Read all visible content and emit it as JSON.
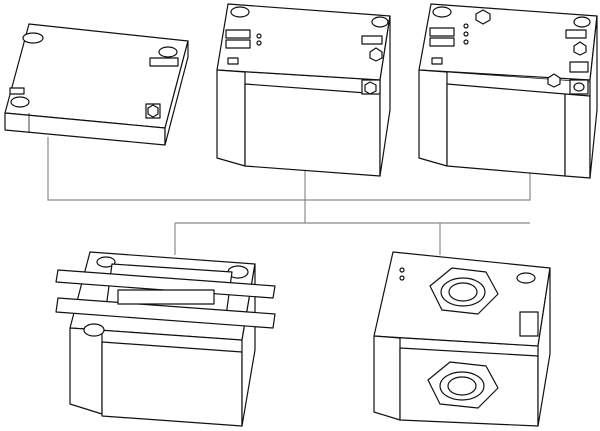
{
  "figure": {
    "description_free": true,
    "colors": {
      "stroke": "#111111",
      "connector": "#8a8a8a",
      "background": "#ffffff"
    },
    "parts": [
      {
        "id": "plate-a",
        "icon": "base-plate-with-holes"
      },
      {
        "id": "block-b",
        "icon": "plate-with-lower-block"
      },
      {
        "id": "block-c",
        "icon": "plate-with-block-and-side-features"
      },
      {
        "id": "assembly-d",
        "icon": "block-with-clamp-bars"
      },
      {
        "id": "assembly-e",
        "icon": "block-with-hex-bosses"
      }
    ]
  }
}
